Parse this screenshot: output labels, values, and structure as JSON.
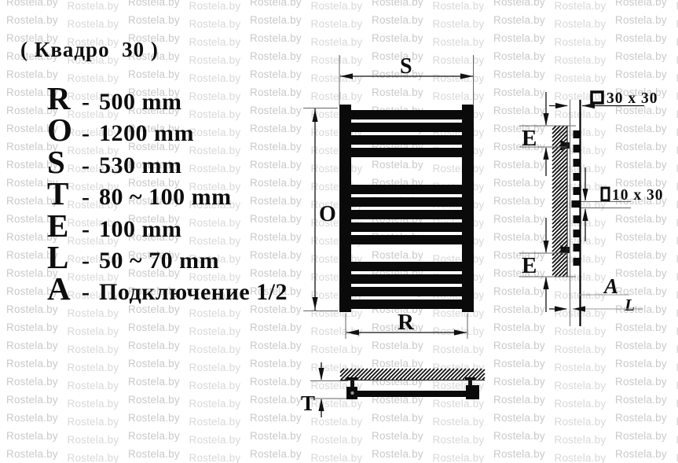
{
  "watermark": {
    "text": "Rostela.by"
  },
  "title": "( Квадро  30 )",
  "separator": "-",
  "specs": [
    {
      "letter": "R",
      "value": "500 mm"
    },
    {
      "letter": "O",
      "value": "1200 mm"
    },
    {
      "letter": "S",
      "value": "530 mm"
    },
    {
      "letter": "T",
      "value": "80 ~ 100 mm"
    },
    {
      "letter": "E",
      "value": "100 mm"
    },
    {
      "letter": "L",
      "value": "50 ~ 70 mm"
    },
    {
      "letter": "A",
      "value": "Подключение 1/2"
    }
  ],
  "front_view": {
    "width_top_label": "S",
    "height_label": "O",
    "width_bottom_label": "R",
    "bar_groups": [
      4,
      5,
      4
    ]
  },
  "side_view": {
    "collector_profile_label": "30 x 30",
    "rung_profile_label": "10 x 30",
    "offset_top_label": "E",
    "offset_bottom_label": "E",
    "connection_label": "A",
    "wall_gap_label": "L"
  },
  "bottom_view": {
    "depth_label": "T"
  },
  "colors": {
    "ink": "#0d0d0d",
    "watermark_dark": "#c9c9c9",
    "watermark_light": "#d8d8d8"
  }
}
